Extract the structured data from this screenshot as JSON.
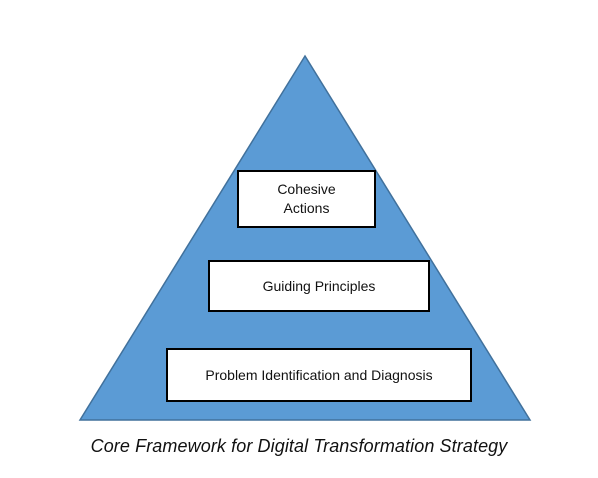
{
  "pyramid": {
    "fill_color": "#5b9bd5",
    "stroke_color": "#41719c",
    "levels": [
      {
        "label": "Cohesive Actions"
      },
      {
        "label": "Guiding Principles"
      },
      {
        "label": "Problem Identification and Diagnosis"
      }
    ]
  },
  "caption": "Core Framework for Digital Transformation Strategy"
}
